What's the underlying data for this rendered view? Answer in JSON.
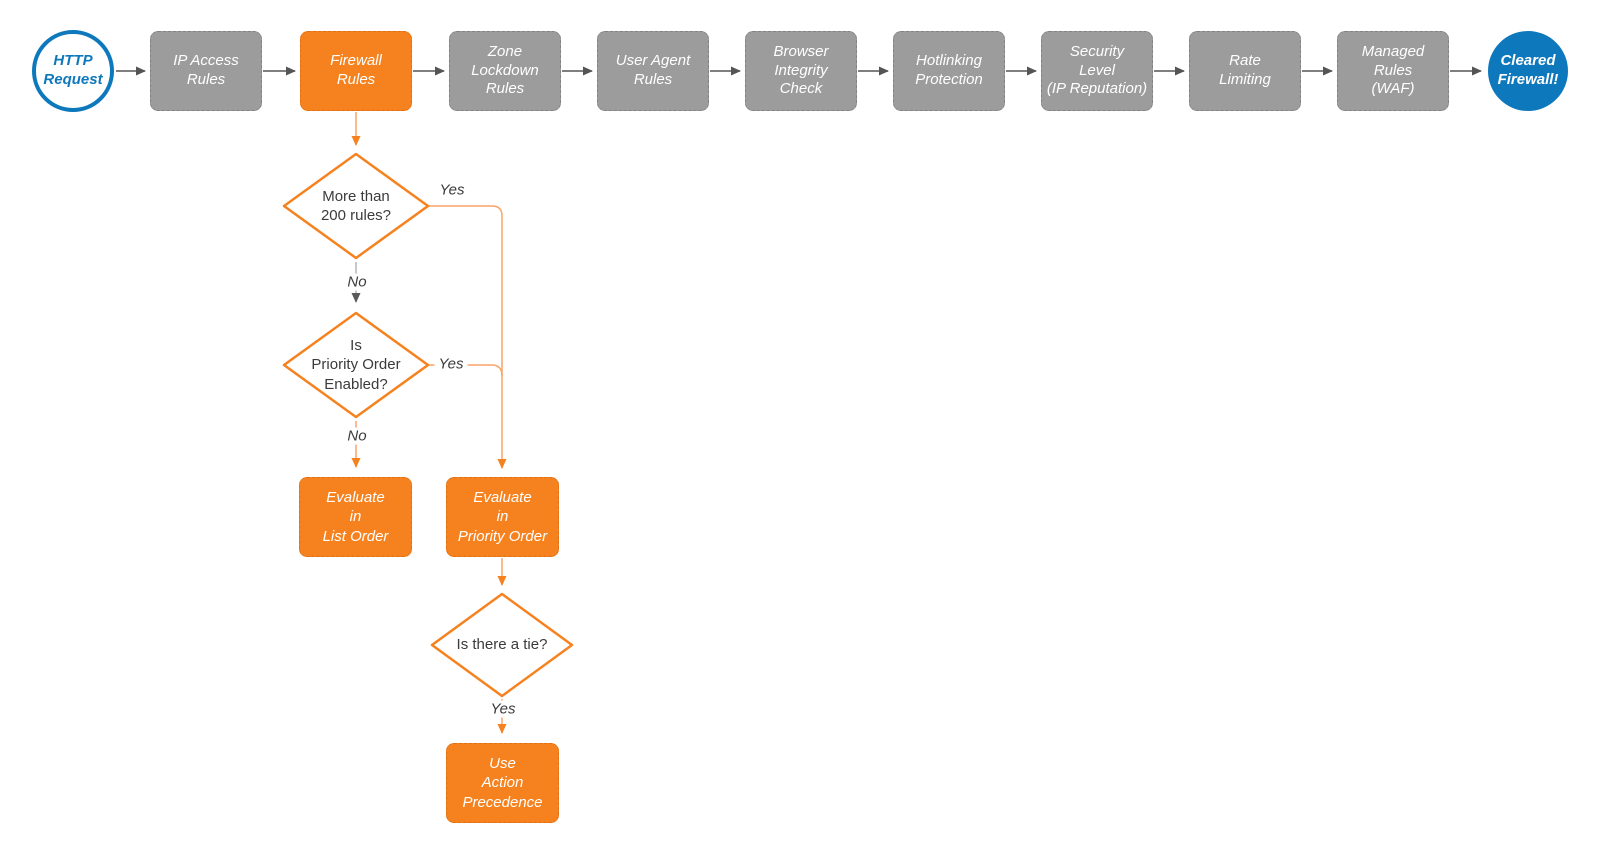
{
  "flow": {
    "start": {
      "label": "HTTP\nRequest"
    },
    "stages": [
      {
        "label": "IP Access\nRules"
      },
      {
        "label": "Firewall\nRules"
      },
      {
        "label": "Zone\nLockdown\nRules"
      },
      {
        "label": "User Agent\nRules"
      },
      {
        "label": "Browser\nIntegrity\nCheck"
      },
      {
        "label": "Hotlinking\nProtection"
      },
      {
        "label": "Security\nLevel\n(IP Reputation)"
      },
      {
        "label": "Rate\nLimiting"
      },
      {
        "label": "Managed\nRules\n(WAF)"
      }
    ],
    "end": {
      "label": "Cleared\nFirewall!"
    },
    "decisions": [
      {
        "label": "More than\n200 rules?"
      },
      {
        "label": "Is\nPriority Order\nEnabled?"
      },
      {
        "label": "Is there a tie?"
      }
    ],
    "actions": [
      {
        "label": "Evaluate\nin\nList Order"
      },
      {
        "label": "Evaluate\nin\nPriority Order"
      },
      {
        "label": "Use\nAction\nPrecedence"
      }
    ],
    "edge_labels": {
      "d1_yes": "Yes",
      "d1_no": "No",
      "d2_yes": "Yes",
      "d2_no": "No",
      "d3_yes": "Yes"
    },
    "colors": {
      "highlight_orange": "#F6821F",
      "stage_gray": "#9C9C9C",
      "terminal_blue": "#0E78BC",
      "arrow_gray": "#555555",
      "flow_line_orange": "#F9A468"
    }
  }
}
